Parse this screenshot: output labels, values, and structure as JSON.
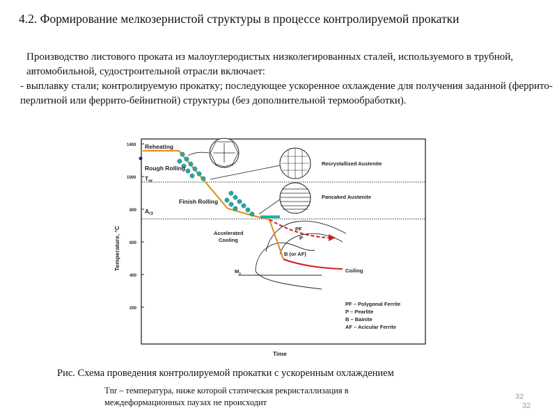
{
  "slide": {
    "title": "4.2. Формирование мелкозернистой структуры в процессе контролируемой прокатки",
    "intro": "Производство листового проката из малоуглеродистых низколегированных сталей, используемого в трубной, автомобильной, судостроительной отрасли включает:",
    "bullet": "- выплавку стали; контролируемую прокатку;  последующее  ускоренное охлаждение для получения заданной (феррито-перлитной или феррито-бейнитной) структуры (без дополнительной термообработки).",
    "caption": "Рис. Схема проведения контролируемой прокатки с ускоренным охлаждением",
    "note": "Tnr – температура, ниже которой статическая рекристаллизация в междеформационных  паузах не происходит",
    "page_number_1": "32",
    "page_number_2": "32"
  },
  "figure": {
    "y_axis_label": "Temperature, °C",
    "x_axis_label": "Time",
    "y_ticks": [
      "1400",
      "1000",
      "800",
      "600",
      "400",
      "200"
    ],
    "stages": {
      "reheating": "Reheating",
      "rough_rolling": "Rough Rolling",
      "finish_rolling": "Finish Rolling",
      "accelerated_cooling_1": "Accelerated",
      "accelerated_cooling_2": "Cooling",
      "coiling": "Coiling"
    },
    "temps": {
      "tnr": "T",
      "tnr_sub": "nr",
      "ar3": "A",
      "ar3_sub": "r3",
      "ms": "M",
      "ms_sub": "s"
    },
    "microstructures": {
      "recrystallized": "Recrystallized Austenite",
      "pancaked": "Pancaked Austenite"
    },
    "phase_regions": {
      "pf": "PF",
      "p": "P",
      "b_af": "B (or AF)"
    },
    "legend": [
      "PF – Polygonal Ferrite",
      "P    – Pearlite",
      "B    – Bainite",
      "AF – Acicular Ferrite"
    ],
    "colors": {
      "line_orange": "#e08a18",
      "dots_teal": "#2aa7a0",
      "coil_red": "#d11c1c",
      "pancake_bar": "#1ab3b0"
    }
  }
}
